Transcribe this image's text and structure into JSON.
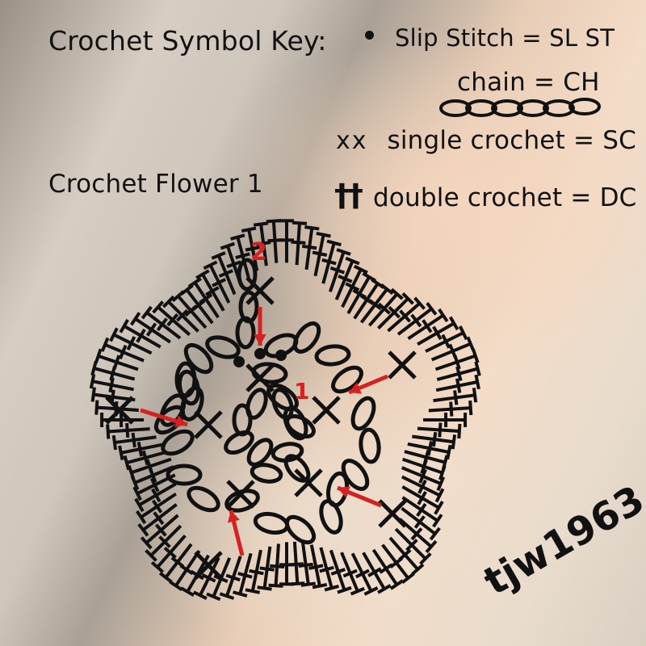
{
  "key": {
    "title": "Crochet Symbol Key:",
    "slip_stitch": "Slip Stitch = SL ST",
    "chain": "chain = CH",
    "single_crochet": "single crochet = SC",
    "double_crochet": "double crochet = DC",
    "sc_symbol": "xx",
    "dc_symbol": "††"
  },
  "diagram": {
    "title": "Crochet Flower 1",
    "round_1_label": "1",
    "round_2_label": "2"
  },
  "watermark": "tjw1963",
  "colors": {
    "ink": "#111111",
    "arrow": "#d42222"
  }
}
